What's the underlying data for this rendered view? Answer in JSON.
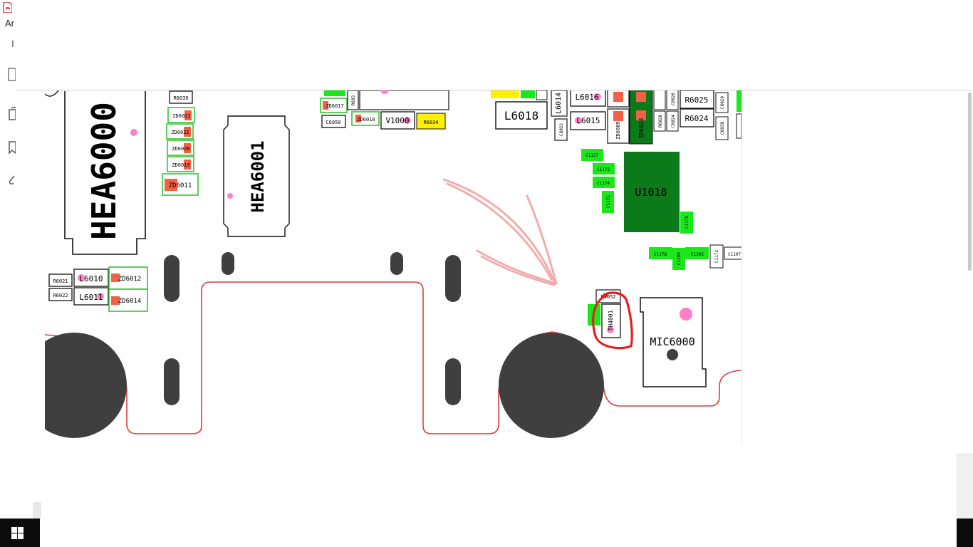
{
  "window": {
    "title_partial": "Ar",
    "tab_partial": "I"
  },
  "toolbar": {
    "icons": [
      "pages-icon",
      "bookmark-icon",
      "attachment-icon"
    ]
  },
  "schematic": {
    "components": {
      "HEA6000": "HEA6000",
      "HEA6001": "HEA6001",
      "U1018": "U1018",
      "MIC6000": "MIC6000",
      "L6018": "L6018",
      "L6016": "L6016",
      "L6015": "L6015",
      "L6014": "L6014",
      "L6010": "L6010",
      "L6011": "L6011",
      "R6025": "R6025",
      "R6024": "R6024",
      "V1000": "V1000",
      "R6034": "R6034",
      "R6039": "R6039",
      "ZD6021": "ZD6021",
      "ZD6022": "ZD6022",
      "ZD6020": "ZD6020",
      "ZD6019": "ZD6019",
      "ZD6011": "ZD6011",
      "ZD6017": "ZD6017",
      "ZD6010": "ZD6010",
      "ZD6012": "ZD6012",
      "ZD6014": "ZD6014",
      "ZD6009": "ZD6009",
      "ZD6024": "ZD6024",
      "C6050": "C6050",
      "C6022": "C6022",
      "C6029": "C6029",
      "C6030": "C6030",
      "C6024": "C6024",
      "C6026": "C6026",
      "R6028": "R6028",
      "R6021": "R6021",
      "R6022": "R6022",
      "R6023": "R603",
      "R4052": "R4052",
      "TH4001": "TH4001",
      "C1137": "C1137",
      "C1173": "C1173",
      "C1174": "C1174",
      "C1171": "C1171",
      "C1175": "C1175",
      "C1178": "C1178",
      "C1206": "C1206",
      "C1205": "C1205",
      "C1172": "C1172",
      "C1197": "C1197"
    }
  },
  "colors": {
    "board_outline": "#e03b3b",
    "mount_hole": "#3f3f3f",
    "highlight_green": "#1be81b",
    "ic_green": "#0a7a1a",
    "pad_orange": "#f26145",
    "yellow": "#ffef00",
    "pink_dot": "#ff7fc8"
  }
}
